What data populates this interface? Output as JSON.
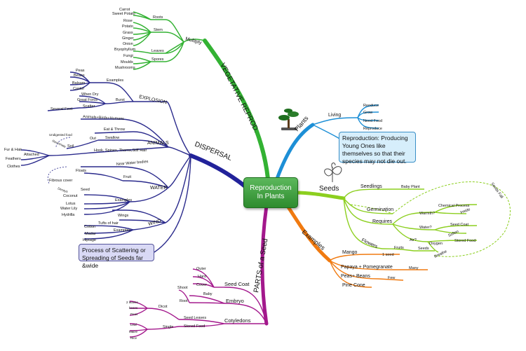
{
  "central": {
    "title": "Reproduction In Plants"
  },
  "branches": {
    "vegetative": {
      "title": "VEGETATIVE REPROD.",
      "multiply": "Multiply",
      "roots": {
        "label": "Roots",
        "items": [
          "Carrot",
          "Sweet Potato"
        ]
      },
      "stem": {
        "label": "Stem",
        "items": [
          "Rose",
          "Potato",
          "Grass",
          "Ginger",
          "Onion"
        ]
      },
      "leaves": {
        "label": "Leaves",
        "items": [
          "Bryophyllum"
        ]
      },
      "spores": {
        "label": "Spores",
        "items": [
          "Fungi",
          "Moulds",
          "Mushrooms"
        ]
      }
    },
    "dispersal": {
      "title": "DISPERSAL",
      "explosion": {
        "label": "EXPLOSION",
        "examples": "Examples",
        "examples_items": [
          "Peas",
          "Beans",
          "Balsam",
          "Castor"
        ],
        "burst": "Burst",
        "burst_items": [
          "When Dry",
          "Great Force",
          "Scatter"
        ],
        "scatter_sub": "Several Feet"
      },
      "animals": {
        "label": "ANIMALS",
        "birds": "Animals+Birds+Humans",
        "eat": "Eat & Throw",
        "swallow": "Swallow",
        "out": "Out",
        "undigested": "Undigested food",
        "soil": "Soil",
        "germinate": "Germinate",
        "hooks": "Hook, Spines, Thorns,Stiff Hair",
        "attached": "Attached",
        "attached_items": [
          "Fur & Hair",
          "Feathers",
          "Clothes"
        ]
      },
      "water": {
        "label": "WATER",
        "near": "Near Water bodies",
        "fruit": "Fruit",
        "floats": "Floats",
        "fibrous": "Fibrous cover",
        "seed": "Seed",
        "decays": "Decays",
        "examples": "Examples",
        "examples_items": [
          "Coconut",
          "Lotus",
          "Water Lily",
          "Hydrilla"
        ]
      },
      "wind": {
        "label": "WIND",
        "wings": "Wings",
        "tufts": "Tufts of hair",
        "examples": "Examples",
        "examples_items": [
          "Cotton",
          "Madar",
          "Hiptage"
        ]
      },
      "note": "Process of Scattering or Spreading of Seeds far &wide"
    },
    "parts": {
      "title": "PARTS of a Seed",
      "seed_coat": {
        "label": "Seed Coat",
        "items": [
          "Outer",
          "Hard",
          "Cover"
        ]
      },
      "embryo": {
        "label": "Embryo",
        "shoot": "Shoot",
        "baby": "Baby",
        "root": "Root"
      },
      "cotyledons": {
        "label": "Cotyledons",
        "seed_leaves": "Seed Leaves",
        "stored_food": "Stored Food",
        "dicot": "Dicot",
        "dicot_items": [
          "2 leaves",
          "beans",
          "Peas"
        ],
        "single": "Single",
        "single_items": [
          "Leaf",
          "Maize",
          "Rice"
        ]
      }
    },
    "plants": {
      "title": "Plants",
      "living": "Living",
      "items": [
        "Reoduce",
        "Grow",
        "Need Food",
        "Reproduce"
      ],
      "note": "Reproduction: Producing Young Ones like themselves so that their species may not die out."
    },
    "seeds": {
      "title": "Seeds",
      "seedlings": "Seedlings",
      "baby_plant": "Baby Plant",
      "germination": "Germination",
      "requires": "Requires",
      "warmth": "Warmth?",
      "chemical": "Chemical Process",
      "inside": "Inside",
      "water": "Water?",
      "seed_coat": "Seed Coat",
      "soften": "Soften",
      "air": "Air?",
      "oxygen": "Oxygen",
      "stored_food": "Stored Food",
      "breathe": "Breathe",
      "flowers": "Flowers",
      "fruits": "Fruits",
      "seeds_sub": "Seeds",
      "back": "Seeds Fall"
    },
    "examples": {
      "title": "Examples",
      "mango": "Mango",
      "one_seed": "1 seed",
      "papaya": "Papaya + Pomegranate",
      "many": "Many",
      "peas": "Peas+ Beans",
      "few": "Few",
      "pine": "Pine Cone"
    }
  }
}
